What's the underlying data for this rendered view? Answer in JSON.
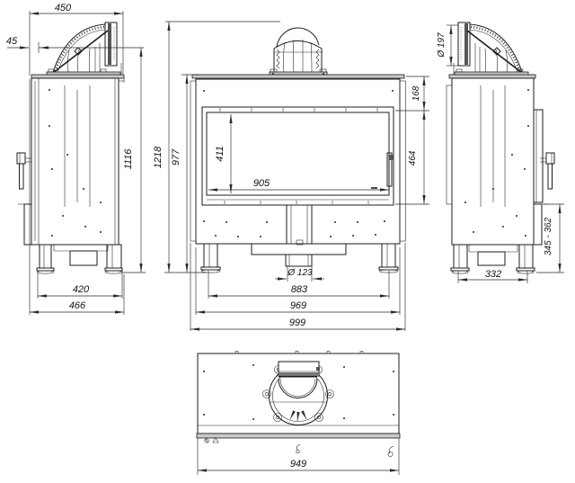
{
  "colors": {
    "line": "#1c1c1c",
    "plate_fill": "#c9c9c9",
    "dark_fill": "#555555",
    "background": "#ffffff"
  },
  "views": {
    "left": {
      "dims": {
        "top_width": "450",
        "front_offset": "45",
        "outlet_height": "1116",
        "feet_span": "420",
        "depth": "466"
      }
    },
    "front": {
      "dims": {
        "overall_height": "1218",
        "body_height": "977",
        "top_to_glass": "168",
        "window_height": "464",
        "glass_height": "411",
        "glass_width": "905",
        "air_inlet_diameter": "Ø 123",
        "feet_span": "883",
        "body_width": "969",
        "overall_width": "999"
      }
    },
    "right": {
      "dims": {
        "flue_diameter": "Ø 197",
        "plinth_height_range": "345 - 362",
        "feet_span": "332"
      }
    },
    "bottom": {
      "dims": {
        "width": "949"
      }
    }
  }
}
